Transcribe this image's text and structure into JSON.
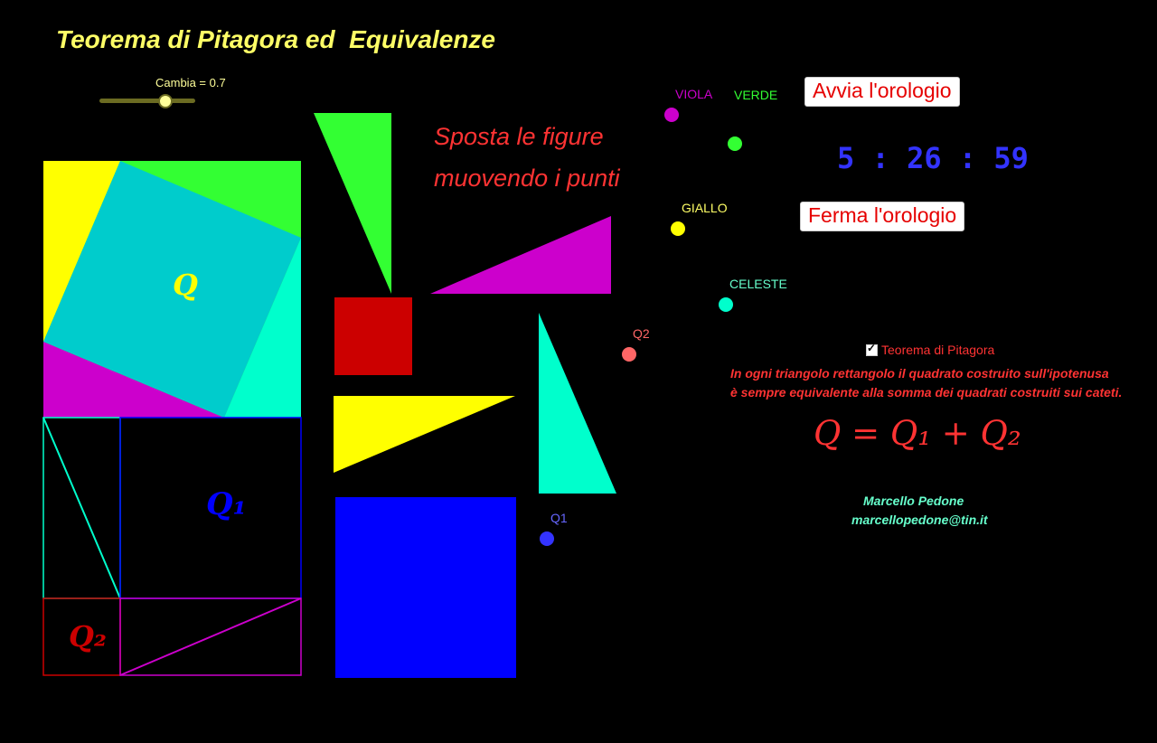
{
  "title": "Teorema di Pitagora ed  Equivalenze",
  "slider": {
    "label": "Cambia = 0.7",
    "value": 0.7
  },
  "instructions": {
    "line1": "Sposta le figure",
    "line2": "muovendo i punti"
  },
  "buttons": {
    "start": "Avvia l'orologio",
    "stop": "Ferma l'orologio"
  },
  "clock": "5 : 26 : 59",
  "points": [
    {
      "label": "VIOLA",
      "color": "#cc00cc"
    },
    {
      "label": "VERDE",
      "color": "#33ff33"
    },
    {
      "label": "GIALLO",
      "color": "#ffff00"
    },
    {
      "label": "CELESTE",
      "color": "#00ffcc"
    },
    {
      "label": "Q2",
      "color": "#ff6666"
    },
    {
      "label": "Q1",
      "color": "#3333ff"
    }
  ],
  "checkbox": {
    "label": "Teorema di Pitagora",
    "checked": true
  },
  "description": {
    "line1": "In ogni triangolo rettangolo il quadrato costruito sull'ipotenusa",
    "line2": "è sempre equivalente alla somma dei quadrati costruiti sui cateti."
  },
  "formula": "Q = Q₁ + Q₂",
  "figure_labels": {
    "q": "Q",
    "q1": "Q₁",
    "q2": "Q₂"
  },
  "author": {
    "name": "Marcello Pedone",
    "email": "marcellopedone@tin.it"
  },
  "colors": {
    "background": "#000000",
    "yellow": "#ffff00",
    "green": "#33ff33",
    "magenta": "#cc00cc",
    "aqua": "#00ffcc",
    "cyan_square": "#00cccc",
    "red_square": "#cc0000",
    "blue_square": "#0000ff",
    "text_red": "#ff3333"
  }
}
